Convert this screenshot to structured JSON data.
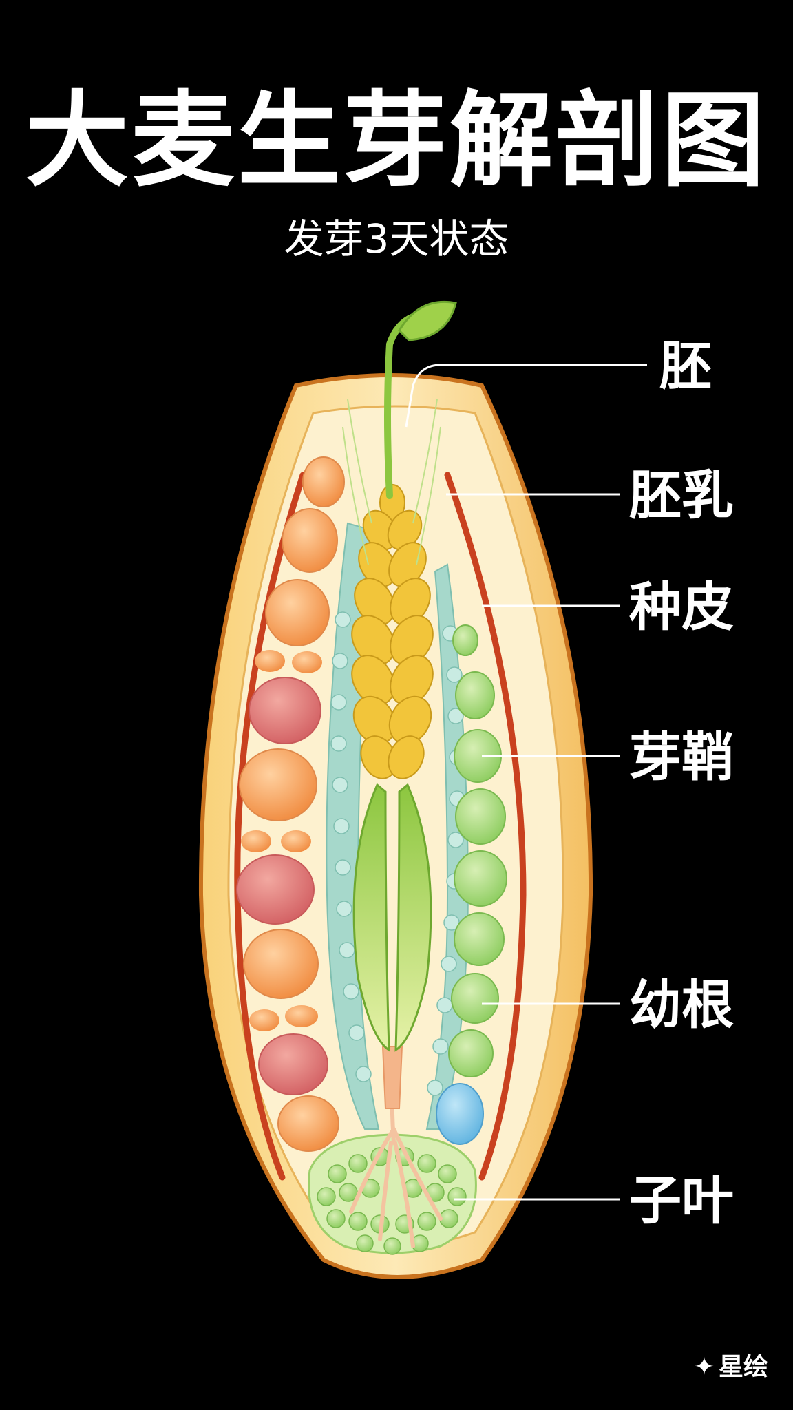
{
  "header": {
    "title": "大麦生芽解剖图",
    "subtitle": "发芽3天状态"
  },
  "labels": {
    "embryo": "胚",
    "endosperm": "胚乳",
    "seed_coat": "种皮",
    "coleoptile": "芽鞘",
    "radicle": "幼根",
    "cotyledon": "子叶"
  },
  "watermark": {
    "icon": "sparkle-icon",
    "text": "星绘"
  },
  "colors": {
    "background": "#000000",
    "husk": "#f7d98a",
    "husk_outline": "#c9731f",
    "seed_coat_line": "#c9411f",
    "endosperm_cells_orange": "#f6a15a",
    "endosperm_cells_red": "#d96b6b",
    "aleurone_teal": "#9fd3c7",
    "green_cells": "#a8d77a",
    "blue_cell": "#7cc3e8",
    "spike_yellow": "#f2c53a",
    "sprout_green": "#8cc63f",
    "root": "#f4b58a"
  }
}
